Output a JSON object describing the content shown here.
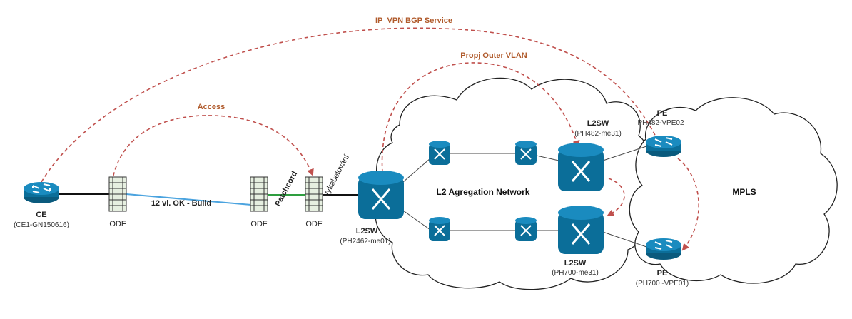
{
  "colors": {
    "device": "#0b6e99",
    "device_dark": "#0a5a7d",
    "service_arrow": "#c0504d",
    "service_text": "#b05a2b",
    "fiber_blue": "#4aa3df",
    "patch_green": "#2e9e3f",
    "odf_fill": "#e6efe0",
    "cloud_stroke": "#222222"
  },
  "icons": {
    "router": "router-icon",
    "switch": "l2-switch-icon",
    "odf": "odf-panel-icon",
    "cloud": "cloud-icon"
  },
  "services": {
    "ip_vpn": "IP_VPN BGP Service",
    "outer_vlan": "Propj Outer VLAN",
    "access": "Access"
  },
  "links": {
    "fiber": "12 vl. OK - Build",
    "patchcord": "Patchcord",
    "cabling": "Vykabelování"
  },
  "clouds": {
    "aggregation": "L2 Agregation Network",
    "mpls": "MPLS"
  },
  "nodes": {
    "ce": {
      "type": "CE",
      "name": "(CE1-GN150616)"
    },
    "odf1": {
      "label": "ODF"
    },
    "odf2": {
      "label": "ODF"
    },
    "odf3": {
      "label": "ODF"
    },
    "l2sw_access": {
      "type": "L2SW",
      "name": "(PH2462-me01)"
    },
    "l2sw_top": {
      "type": "L2SW",
      "name": "(PH482-me31)"
    },
    "l2sw_bottom": {
      "type": "L2SW",
      "name": "(PH700-me31)"
    },
    "pe_top": {
      "type": "PE",
      "name": "PH482-VPE02"
    },
    "pe_bottom": {
      "type": "PE",
      "name": "(PH700 -VPE01)"
    }
  }
}
